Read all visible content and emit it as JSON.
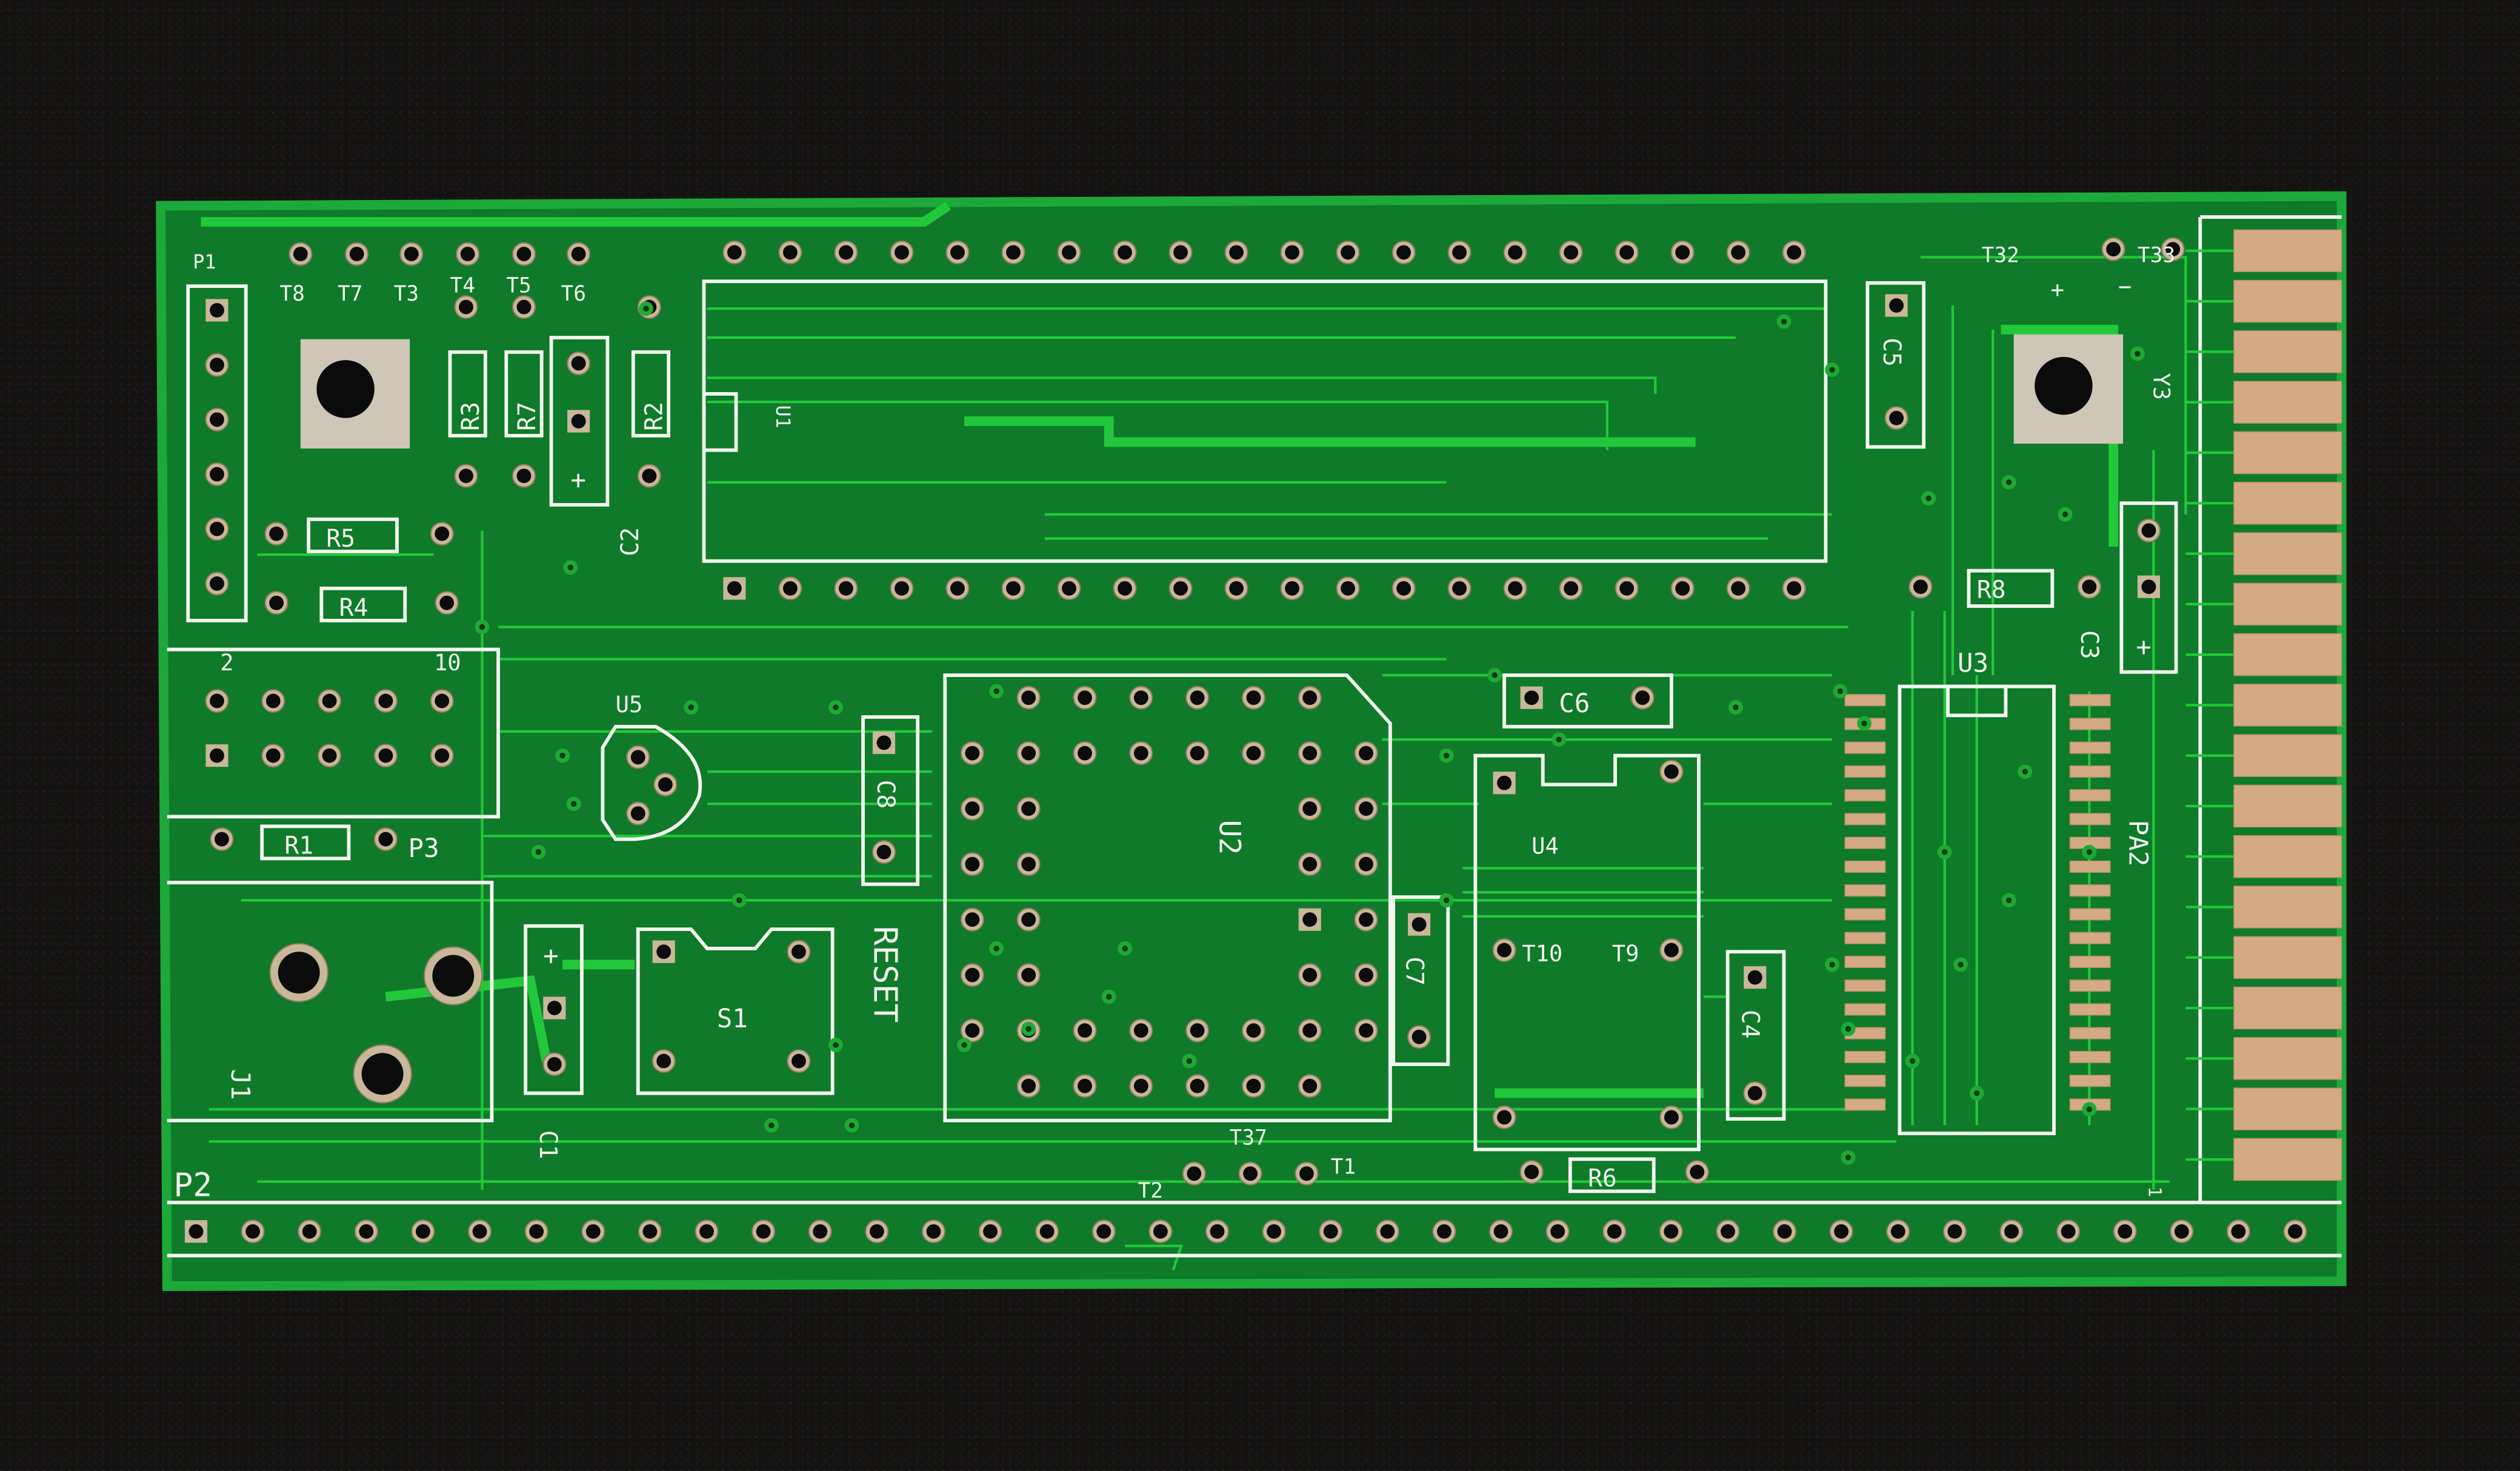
{
  "photo": {
    "subject": "Bare green printed circuit board on black felt",
    "colors": {
      "background": "#141312",
      "board": "#0e7a2a",
      "board_edge": "#1da83a",
      "traces": "#22c83a",
      "silkscreen": "#f2f6ee",
      "plating": "#c9b79a",
      "edge_fingers": "#d4aa84"
    }
  },
  "board": {
    "silkscreen_labels": {
      "p1": "P1",
      "p2": "P2",
      "p3": "P3",
      "t8": "T8",
      "t7": "T7",
      "t3": "T3",
      "t4": "T4",
      "t5": "T5",
      "t6": "T6",
      "t32": "T32",
      "t33": "T33",
      "t37": "T37",
      "t1": "T1",
      "t2": "T2",
      "t10": "T10",
      "t9": "T9",
      "r1": "R1",
      "r2": "R2",
      "r3": "R3",
      "r4": "R4",
      "r5": "R5",
      "r6": "R6",
      "r7": "R7",
      "r8": "R8",
      "c1": "C1",
      "c2": "C2",
      "c3": "C3",
      "c4": "C4",
      "c5": "C5",
      "c6": "C6",
      "c7": "C7",
      "c8": "C8",
      "u1": "U1",
      "u2": "U2",
      "u3": "U3",
      "u4": "U4",
      "u5": "U5",
      "j1": "J1",
      "s1": "S1",
      "reset": "RESET",
      "pa2": "PA2",
      "y3": "Y3",
      "header_pin2": "2",
      "header_pin10": "10",
      "edge_pin1": "1",
      "plus": "+",
      "minus": "−"
    },
    "counts": {
      "top_row_holes": 20,
      "bottom_row_holes": 38,
      "edge_fingers": 19,
      "u3_pads_per_side": 18
    }
  }
}
